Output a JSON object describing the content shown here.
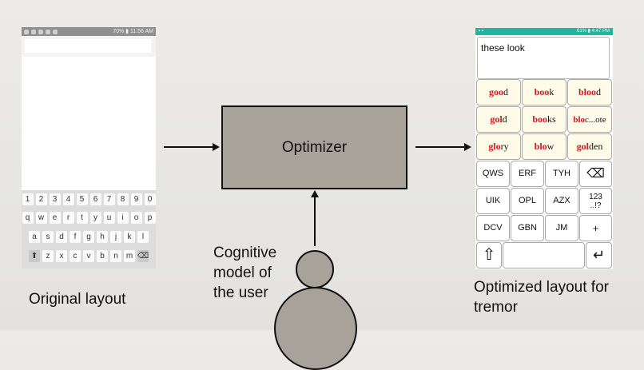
{
  "left_phone": {
    "status_time": "70% ▮ 11:56 AM",
    "keyboard_rows": [
      [
        "1",
        "2",
        "3",
        "4",
        "5",
        "6",
        "7",
        "8",
        "9",
        "0"
      ],
      [
        "q",
        "w",
        "e",
        "r",
        "t",
        "y",
        "u",
        "i",
        "o",
        "p"
      ],
      [
        "a",
        "s",
        "d",
        "f",
        "g",
        "h",
        "j",
        "k",
        "l"
      ],
      [
        "⬆",
        "z",
        "x",
        "c",
        "v",
        "b",
        "n",
        "m",
        "⌫"
      ]
    ]
  },
  "captions": {
    "original": "Original layout",
    "optimized": "Optimized layout for tremor",
    "user_line1": "Cognitive",
    "user_line2": "model of",
    "user_line3": "the user"
  },
  "optimizer": {
    "label": "Optimizer"
  },
  "right_phone": {
    "status_time": "61% ▮ 4:47 PM",
    "typed_text": "these look",
    "suggestions": [
      {
        "prefix": "goo",
        "rest": "d"
      },
      {
        "prefix": "boo",
        "rest": "k"
      },
      {
        "prefix": "bloo",
        "rest": "d"
      },
      {
        "prefix": "gol",
        "rest": "d"
      },
      {
        "prefix": "boo",
        "rest": "ks"
      },
      {
        "prefix": "blo",
        "rest": "c...ote"
      },
      {
        "prefix": "glo",
        "rest": "ry"
      },
      {
        "prefix": "blo",
        "rest": "w"
      },
      {
        "prefix": "gol",
        "rest": "den"
      }
    ],
    "keys": [
      [
        "QWS",
        "ERF",
        "TYH",
        "⌫"
      ],
      [
        "UIK",
        "OPL",
        "AZX",
        "123\n..!?"
      ],
      [
        "DCV",
        "GBN",
        "JM",
        "+"
      ]
    ],
    "bottom_keys": {
      "shift": "⇧",
      "enter": "↵"
    }
  },
  "colors": {
    "box_fill": "#a8a39a",
    "suggestion_prefix": "#d11a1a",
    "status_teal": "#1fb5a0"
  }
}
